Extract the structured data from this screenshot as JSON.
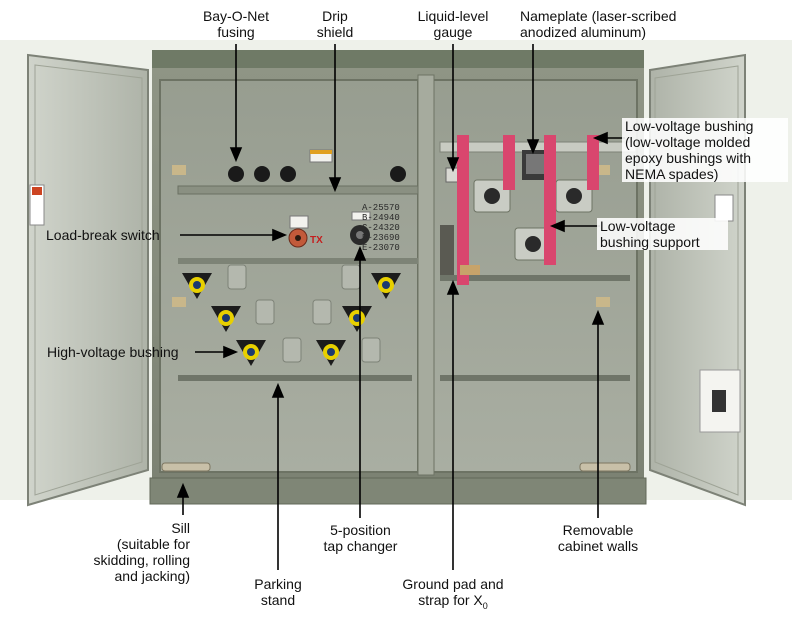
{
  "labels": {
    "bay_o_net": "Bay-O-Net\nfusing",
    "drip_shield": "Drip\nshield",
    "liquid_level": "Liquid-level\ngauge",
    "nameplate": "Nameplate (laser-scribed\nanodized aluminum)",
    "lv_bushing": "Low-voltage bushing\n(low-voltage molded\nepoxy bushings with\nNEMA spades)",
    "lv_support": "Low-voltage\nbushing support",
    "load_break": "Load-break switch",
    "hv_bushing": "High-voltage bushing",
    "sill": "Sill\n(suitable for\nskidding, rolling\nand jacking)",
    "parking_stand": "Parking\nstand",
    "tap_changer": "5-position\ntap changer",
    "ground_pad": "Ground pad and\nstrap for X",
    "ground_pad_sub": "0",
    "removable_walls": "Removable\ncabinet walls"
  },
  "tap_positions": [
    "A-25570",
    "B-24940",
    "C-24320",
    "D-23690",
    "E-23070"
  ],
  "switch_marker": "TX",
  "colors": {
    "cabinet": "#8a9080",
    "cabinet_dark": "#6d7364",
    "door_inner": "#bfc4bb",
    "strap": "#d9466e",
    "bushing_yellow": "#e8d000"
  }
}
